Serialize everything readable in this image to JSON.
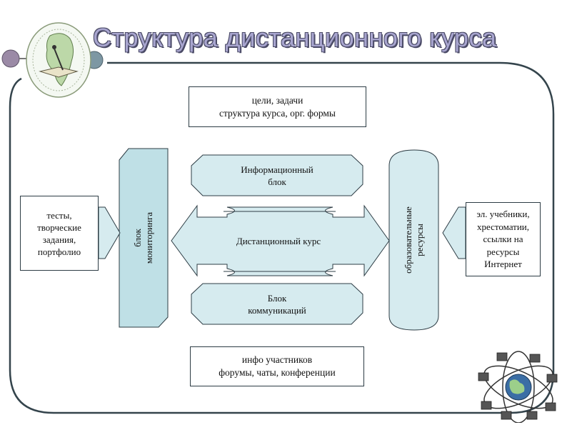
{
  "header": {
    "title": "Структура дистанционного курса"
  },
  "diagram": {
    "top_box": {
      "line1": "цели, задачи",
      "line2": "структура курса, орг. формы"
    },
    "info_block": {
      "line1": "Информационный",
      "line2": "блок"
    },
    "center": {
      "label": "Дистанционный курс"
    },
    "comm_block": {
      "line1": "Блок",
      "line2": "коммуникаций"
    },
    "bottom_box": {
      "line1": "инфо участников",
      "line2": "форумы, чаты, конференции"
    },
    "monitoring": {
      "line1": "блок",
      "line2": "мониторинга"
    },
    "resources": {
      "line1": "образовательные",
      "line2": "ресурсы"
    },
    "left_box": {
      "line1": "тесты,",
      "line2": "творческие",
      "line3": "задания,",
      "line4": "портфолио"
    },
    "right_box": {
      "line1": "эл. учебники,",
      "line2": "хрестоматии,",
      "line3": "ссылки на",
      "line4": "ресурсы",
      "line5": "Интернет"
    }
  },
  "colors": {
    "fill": "#d6ebef",
    "stroke": "#2d3c44",
    "frame": "#34444c",
    "title": "#a8a5cf",
    "accent_circle": "#9b8aa6",
    "accent_circle2": "#7d97a3"
  }
}
